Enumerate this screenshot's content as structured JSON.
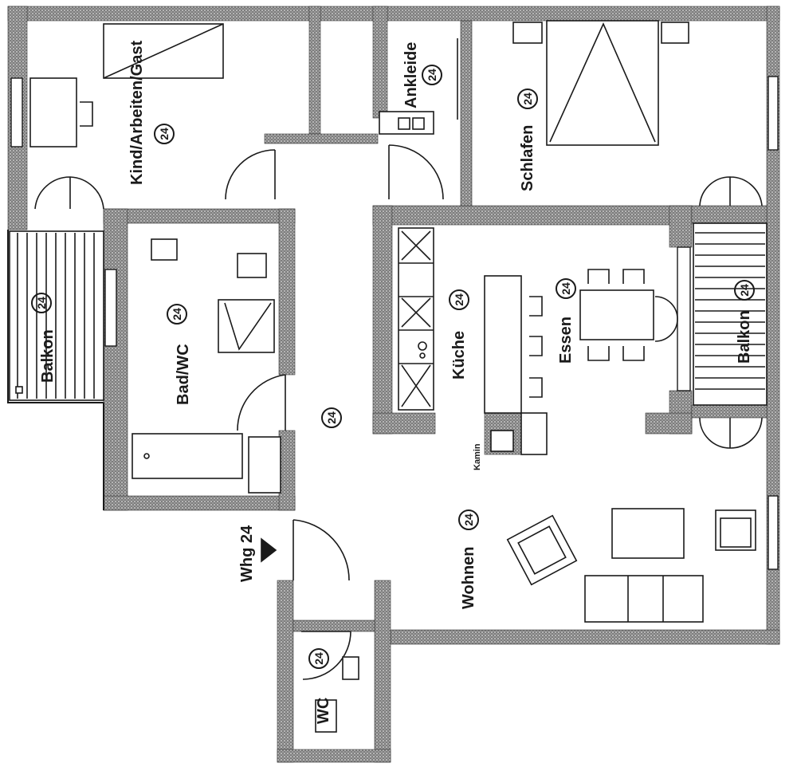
{
  "unit_number": "24",
  "rooms": {
    "kind": "Kind/Arbeiten/Gast",
    "ankleide": "Ankleide",
    "schlafen": "Schlafen",
    "balkon_left": "Balkon",
    "bad": "Bad/WC",
    "kueche": "Küche",
    "essen": "Essen",
    "balkon_right": "Balkon",
    "wohnen": "Wohnen",
    "wc": "WC"
  },
  "labels": {
    "kamin": "Kamin",
    "entrance": "Whg 24"
  },
  "colors": {
    "wall_fill": "#8c8c8c",
    "line": "#1a1a1a",
    "background": "#ffffff"
  }
}
